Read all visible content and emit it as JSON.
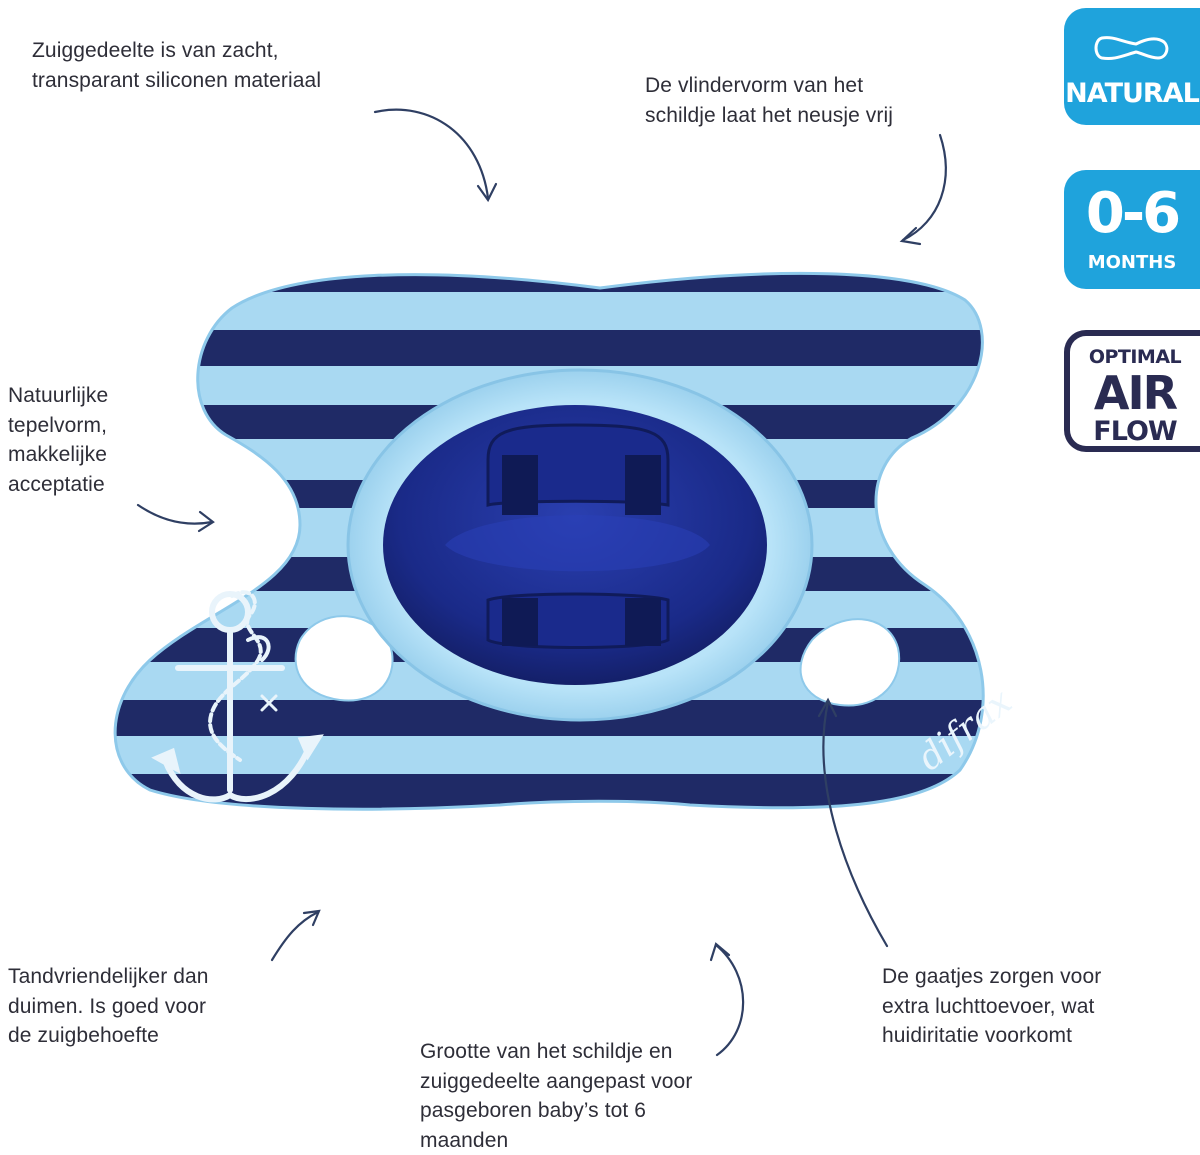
{
  "captions": {
    "material": [
      "Zuiggedeelte is van zacht,",
      "transparant siliconen materiaal"
    ],
    "shield_shape": [
      "De vlindervorm van het",
      "schildje laat het neusje vrij"
    ],
    "nipple_shape": [
      "Natuurlijke",
      "tepelvorm,",
      "makkelijke",
      "acceptatie"
    ],
    "teeth": [
      "Tandvriendelijker dan",
      "duimen. Is goed voor",
      "de zuigbehoefte"
    ],
    "size": [
      "Grootte van het schildje en",
      "zuiggedeelte aangepast voor",
      "pasgeboren baby’s tot 6",
      "maanden"
    ],
    "air_holes": [
      "De gaatjes zorgen voor",
      "extra luchttoevoer, wat",
      "huidiritatie voorkomt"
    ]
  },
  "badges": {
    "natural": {
      "label": "NATURAL",
      "icon": "nipple-outline-icon"
    },
    "age": {
      "range": "0-6",
      "unit": "MONTHS"
    },
    "airflow": {
      "line1": "OPTIMAL",
      "line2": "AIR",
      "line3": "FLOW"
    }
  },
  "product": {
    "brand_mark": "difrax",
    "decoration_icon": "anchor-icon"
  },
  "colors": {
    "badge_blue": "#1fa3dc",
    "badge_navy": "#2a2b52",
    "shield_light_blue": "#a9d9f2",
    "stripe_navy": "#1f2a66",
    "button_blue": "#1c2d8c",
    "arrow_navy": "#2f3f63"
  }
}
